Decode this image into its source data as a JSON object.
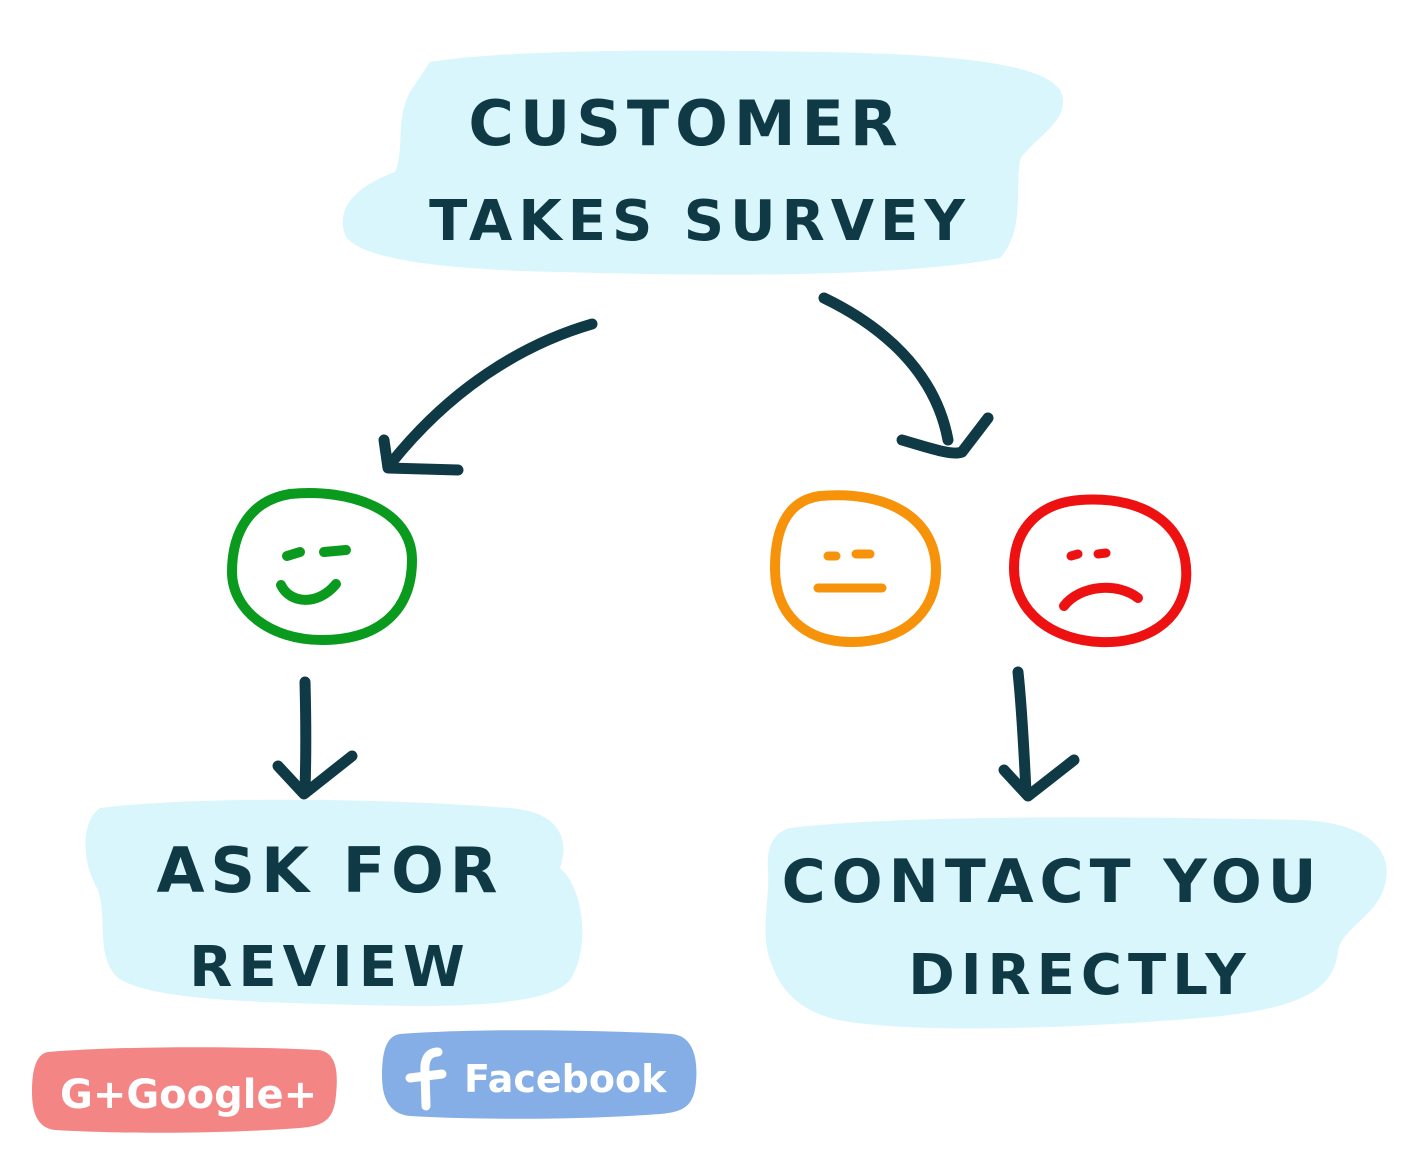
{
  "colors": {
    "ink": "#0f3a45",
    "bubble": "#d8f6fc",
    "happy": "#0a9a1e",
    "neutral": "#f7930a",
    "sad": "#ee1111",
    "google_btn": "#f48585",
    "facebook_btn": "#86aee6"
  },
  "nodes": {
    "survey": {
      "line1": "CUSTOMER",
      "line2": "TAKES SURVEY"
    },
    "review": {
      "line1": "ASK FOR",
      "line2": "REVIEW"
    },
    "contact": {
      "line1": "CONTACT YOU",
      "line2": "DIRECTLY"
    }
  },
  "faces": [
    {
      "mood": "happy",
      "icon": "happy-face-icon"
    },
    {
      "mood": "neutral",
      "icon": "neutral-face-icon"
    },
    {
      "mood": "sad",
      "icon": "sad-face-icon"
    }
  ],
  "buttons": {
    "google": {
      "label": "G+Google+",
      "icon": "google-plus-icon"
    },
    "facebook": {
      "label": "Facebook",
      "icon": "facebook-f-icon"
    }
  }
}
